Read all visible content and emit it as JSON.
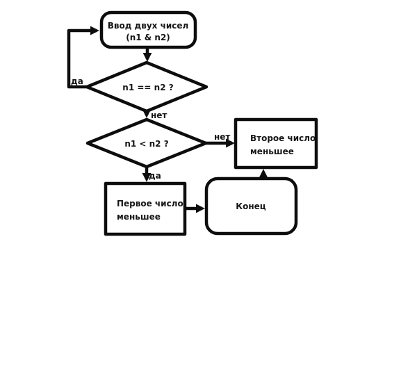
{
  "flowchart": {
    "background_color": "#ffffff",
    "stroke_color": "#0d0d0d",
    "text_color": "#161616",
    "nodes": {
      "input": {
        "shape": "rounded-rect",
        "line1": "Ввод двух чисел",
        "line2": "(n1 & n2)"
      },
      "decision_equal": {
        "shape": "diamond",
        "label": "n1 == n2 ?"
      },
      "decision_less": {
        "shape": "diamond",
        "label": "n1 < n2 ?"
      },
      "second_number_smaller": {
        "shape": "rect",
        "line1": "Второе число",
        "line2": "меньшее"
      },
      "first_number_smaller": {
        "shape": "rect",
        "line1": "Первое число",
        "line2": "меньшее"
      },
      "end": {
        "shape": "rounded-rect",
        "label": "Конец"
      }
    },
    "edge_labels": {
      "equal_yes": "да",
      "equal_no": "нет",
      "less_no": "нет",
      "less_yes": "да"
    }
  }
}
